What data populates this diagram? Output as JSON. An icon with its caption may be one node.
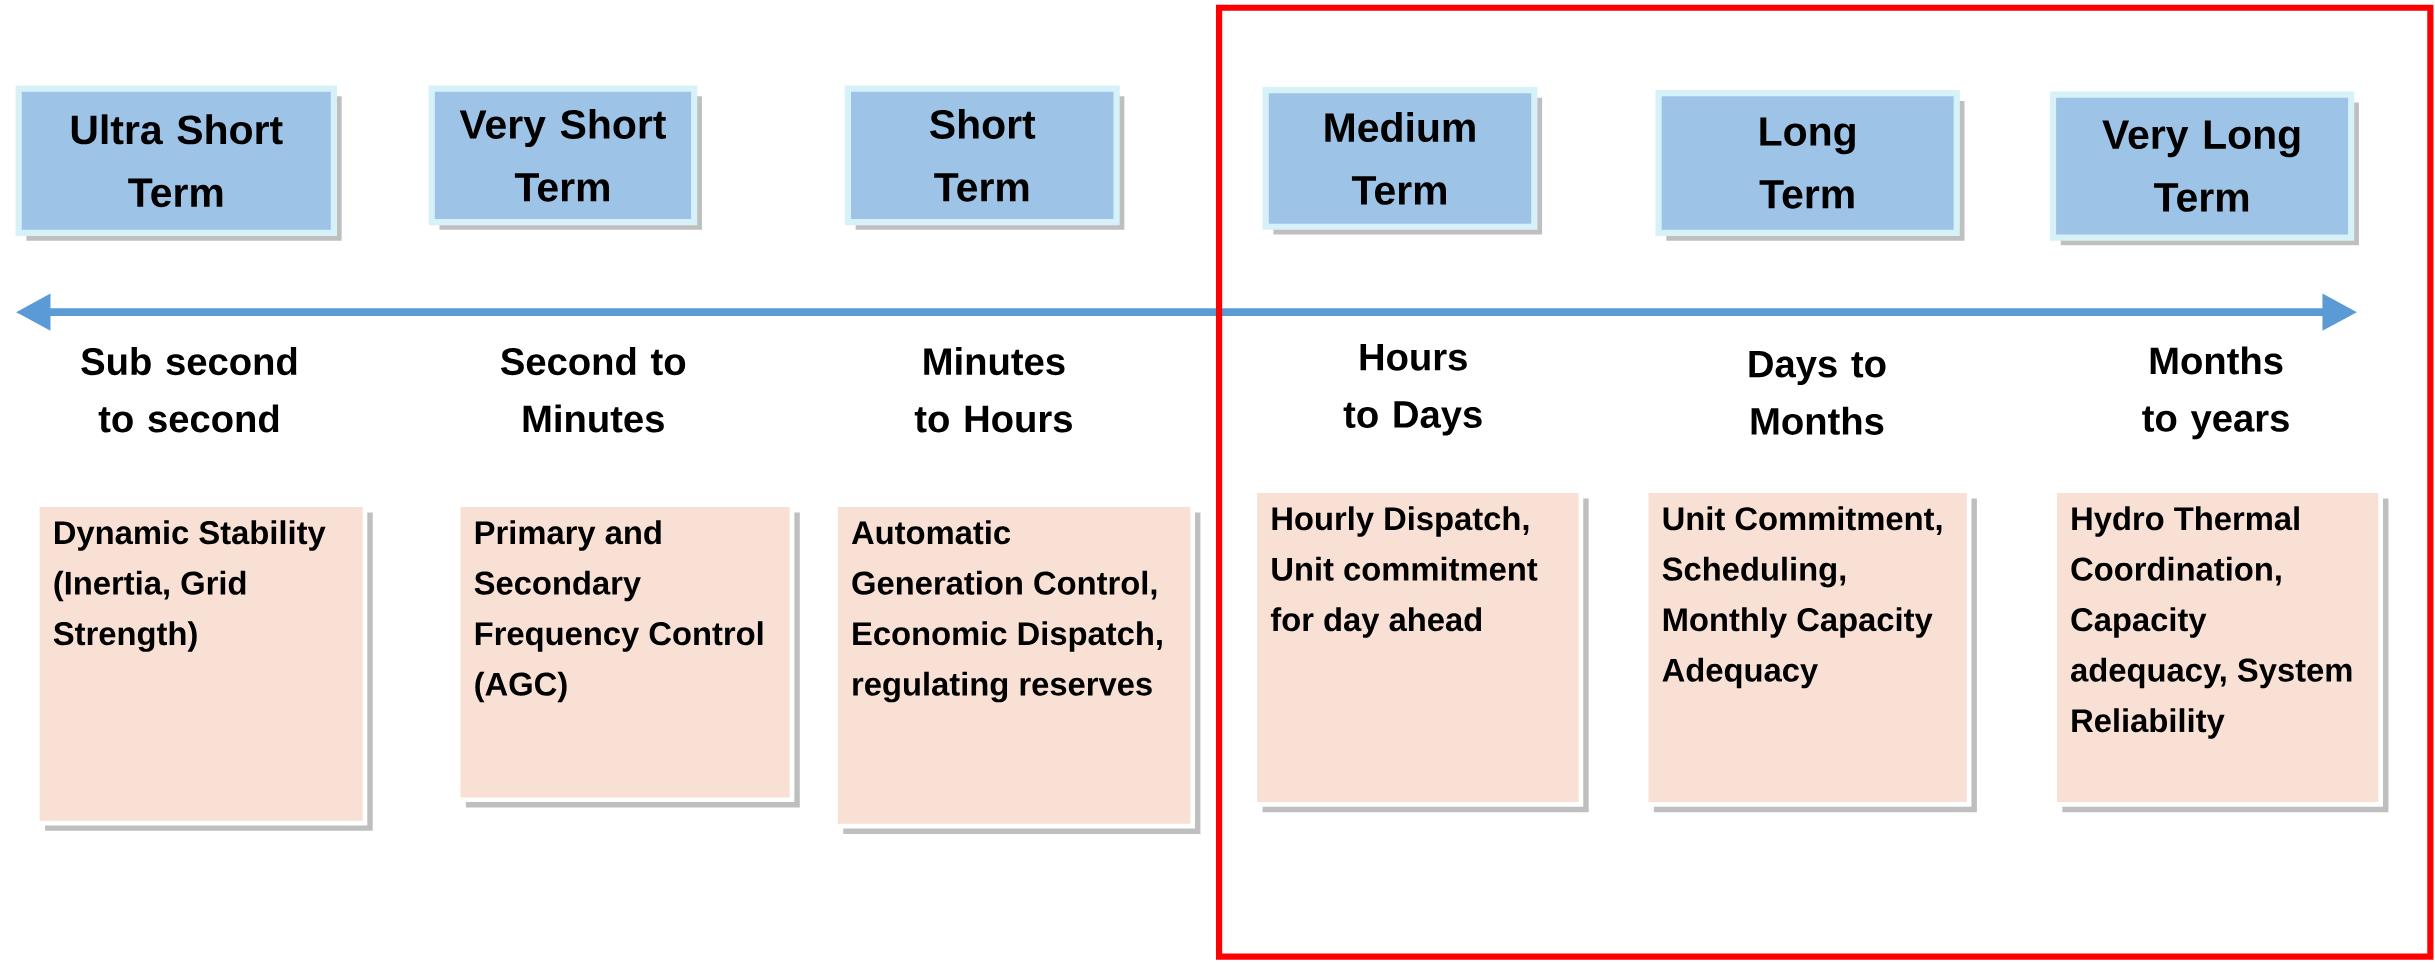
{
  "diagram": {
    "nodes": [
      {
        "text": [],
        "shape": "box"
      },
      {
        "text": [
          "Ultra Short Term"
        ]
      },
      {
        "text": [
          "Very Short Term"
        ]
      },
      {
        "text": [
          "Short Term"
        ]
      },
      {
        "text": [
          "Medium Term"
        ],
        "in": 0
      },
      {
        "text": [
          "Long Term"
        ],
        "in": 0
      },
      {
        "text": [
          "Very Long Term"
        ],
        "in": 0
      },
      {
        "text": [
          "Dynamic Stability (Inertia, Grid Strength)"
        ]
      },
      {
        "text": [
          "Primary and Secondary Frequency Control (AGC)"
        ]
      },
      {
        "text": [
          "Automatic Generation Control, Economic Dispatch, regulating reserves"
        ]
      },
      {
        "text": [
          "Hourly Dispatch, Unit commitment for day ahead"
        ],
        "in": 0
      },
      {
        "text": [
          "Unit Commitment, Scheduling, Monthly Capacity Adequacy"
        ],
        "in": 0
      },
      {
        "text": [
          "Hydro Thermal Coordination, Capacity adequacy, System Reliability"
        ],
        "in": 0
      }
    ],
    "edges": [],
    "labels": [
      "Sub second to second",
      "Second to Minutes",
      "Minutes to Hours",
      "Hours to Days",
      "Days to Months",
      "Months to years"
    ]
  }
}
